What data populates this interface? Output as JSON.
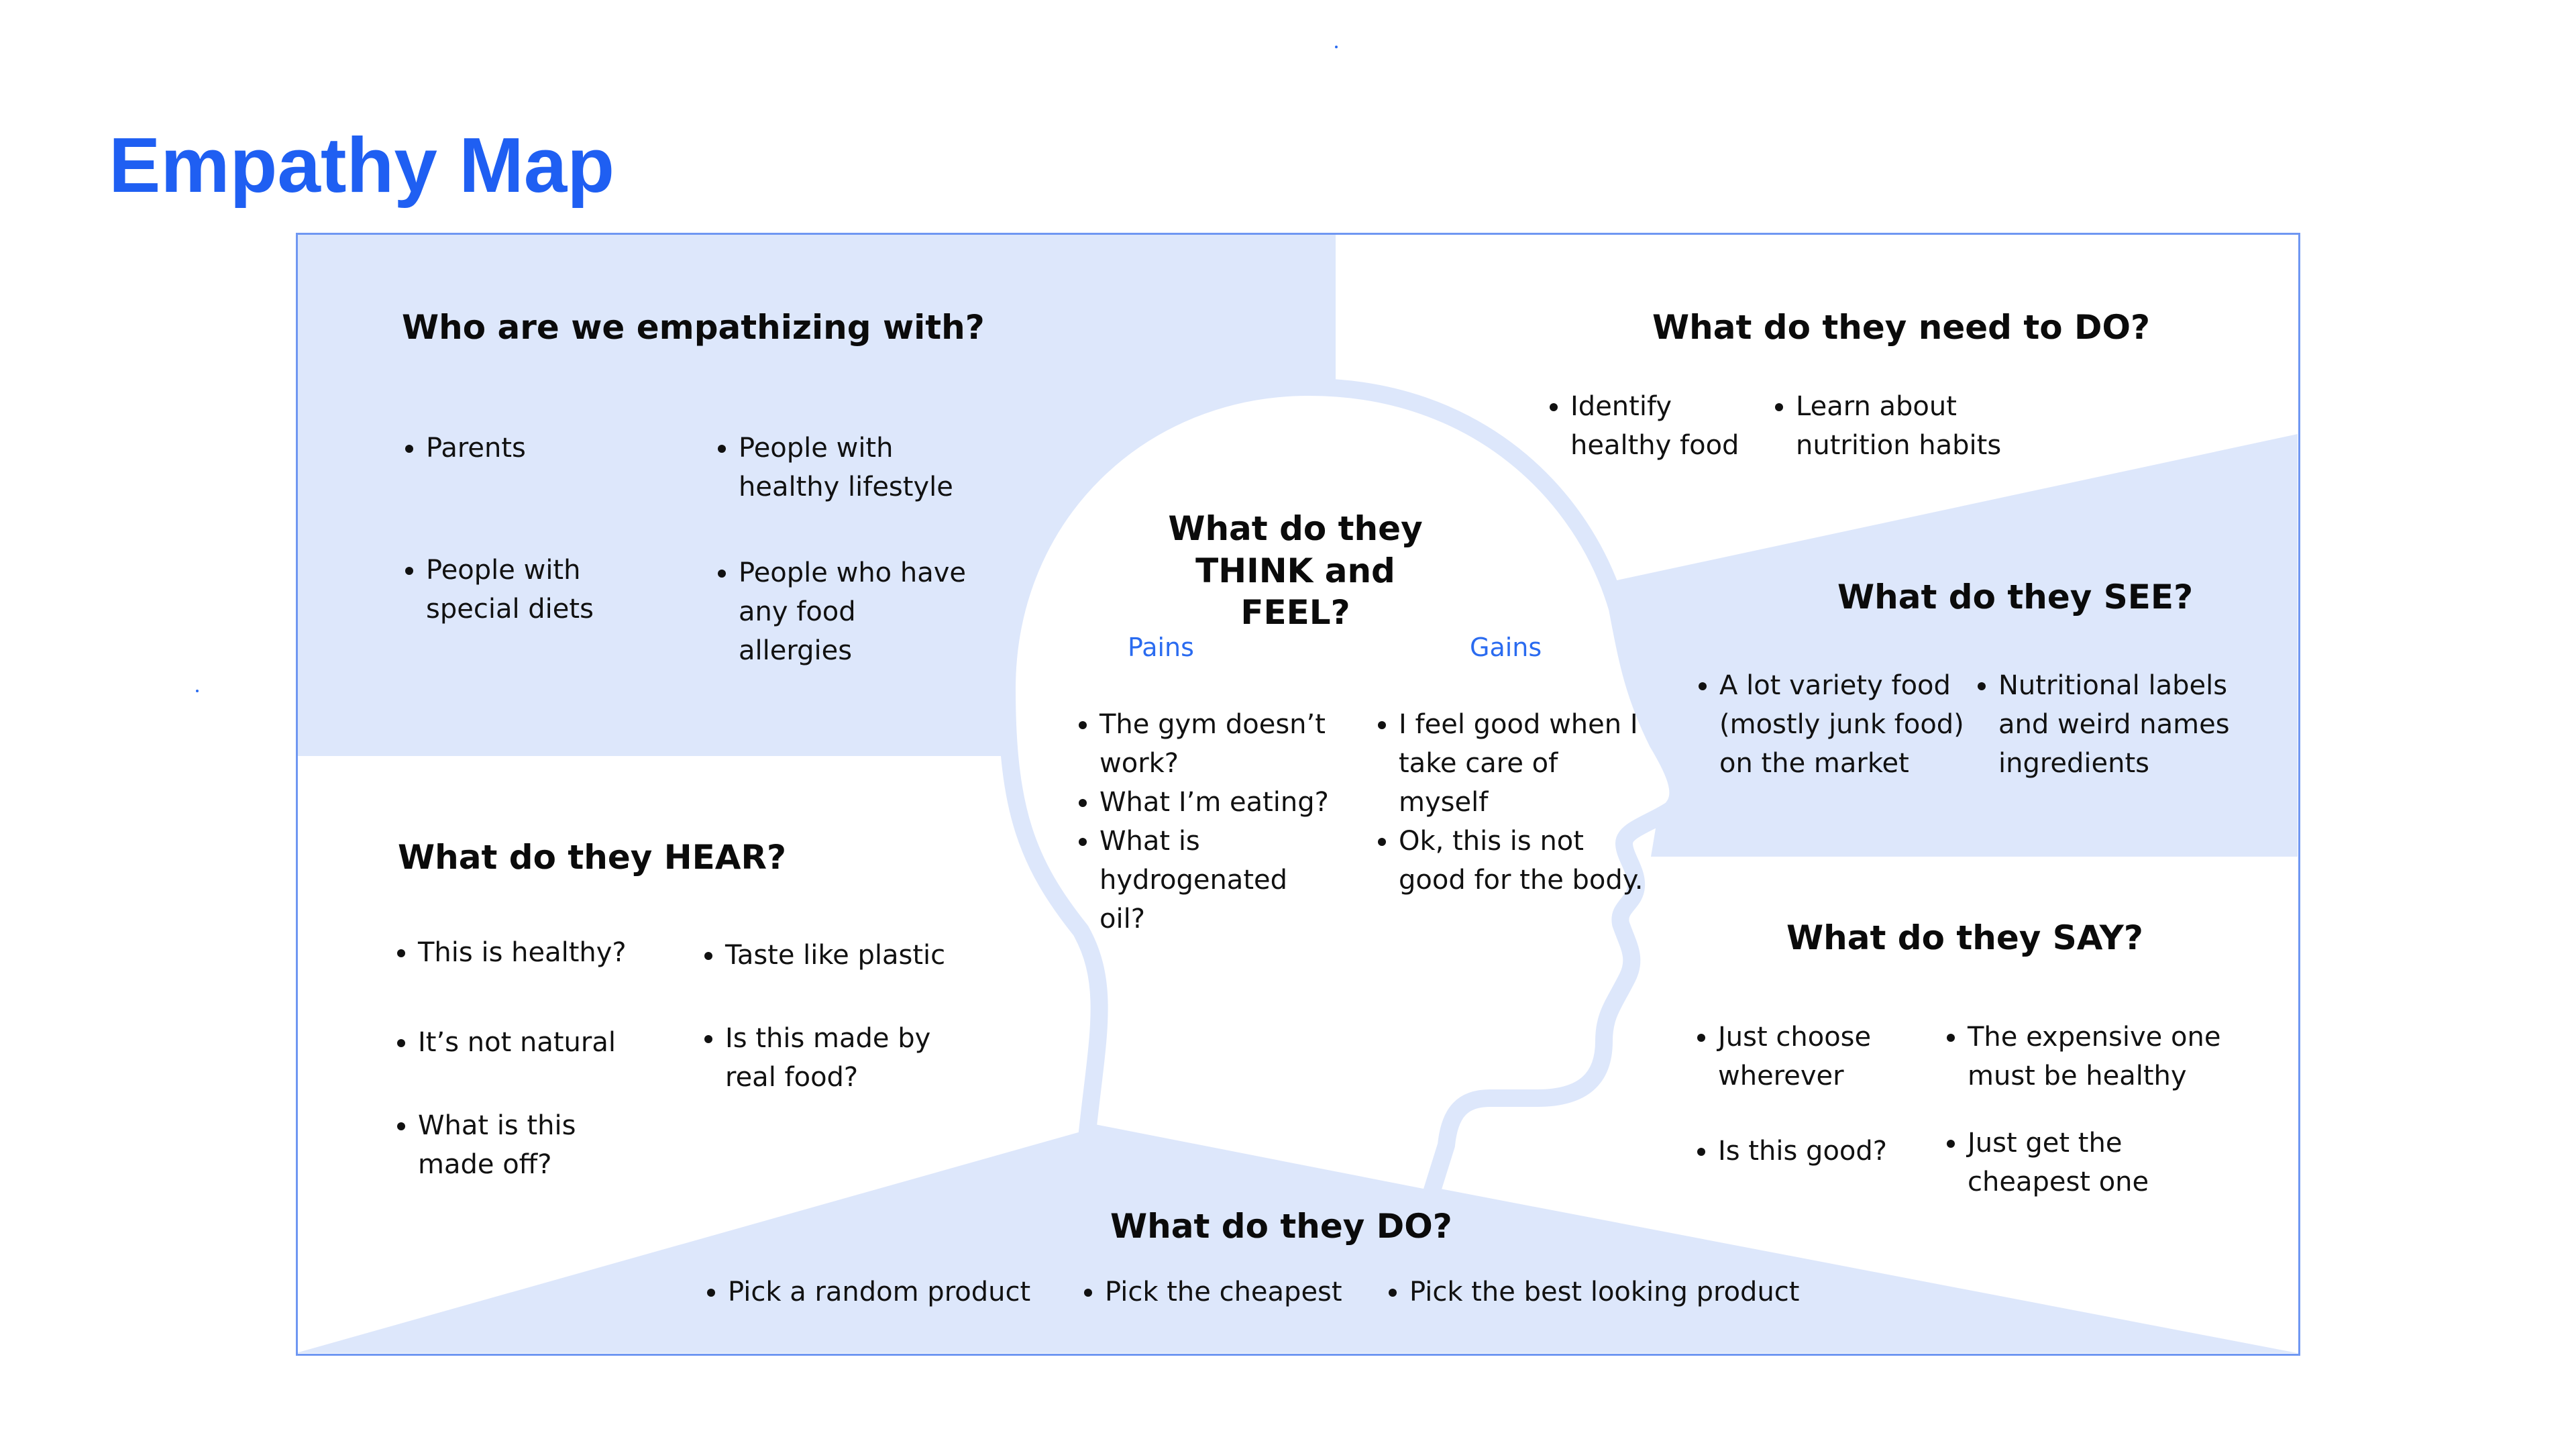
{
  "title": "Empathy Map",
  "colors": {
    "accent": "#1f5ff2",
    "panel": "#dde7fb",
    "border": "#6f97f2"
  },
  "who": {
    "heading": "Who are we empathizing with?",
    "col1": [
      "Parents",
      "People with special diets"
    ],
    "col2": [
      "People with healthy lifestyle",
      "People who have any food allergies"
    ]
  },
  "need_to_do": {
    "heading": "What do they need to DO?",
    "items": [
      "Identify healthy food",
      "Learn about nutrition habits"
    ]
  },
  "think_feel": {
    "heading": "What do they THINK and FEEL?",
    "pains_label": "Pains",
    "gains_label": "Gains",
    "pains": [
      "The gym doesn’t work?",
      "What I’m eating?",
      "What is hydrogenated oil?"
    ],
    "gains": [
      "I feel good when I take care of myself",
      "Ok, this is not good for the body."
    ]
  },
  "see": {
    "heading": "What do they SEE?",
    "items": [
      "A lot variety food (mostly junk food) on the market",
      "Nutritional labels and weird names ingredients"
    ]
  },
  "hear": {
    "heading": "What do they HEAR?",
    "col1": [
      "This is healthy?",
      "It’s not natural",
      "What is this made off?"
    ],
    "col2": [
      "Taste like plastic",
      "Is this made by real food?"
    ]
  },
  "say": {
    "heading": "What do they SAY?",
    "col1": [
      "Just choose wherever",
      "Is this good?"
    ],
    "col2": [
      "The expensive one must be healthy",
      "Just get the cheapest one"
    ]
  },
  "do": {
    "heading": "What do they DO?",
    "items": [
      "Pick a random product",
      "Pick the cheapest",
      "Pick the best looking product"
    ]
  }
}
